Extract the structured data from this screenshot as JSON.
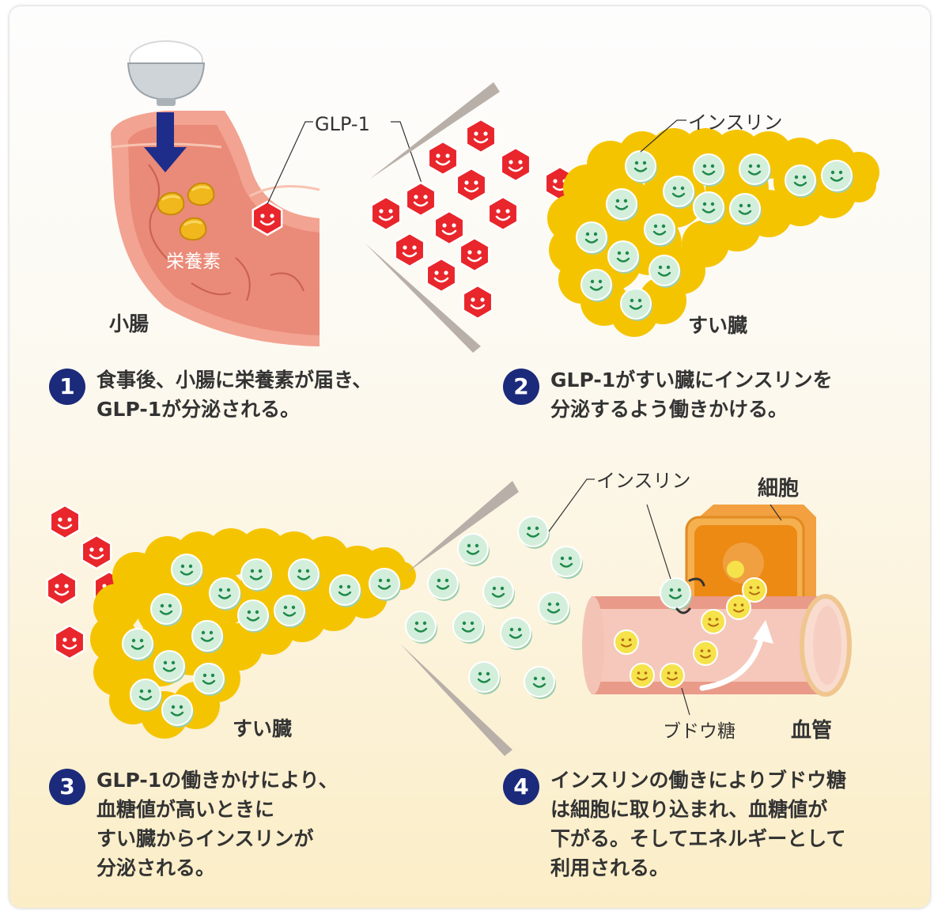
{
  "labels": {
    "glp1": "GLP-1",
    "eiyouso": "栄養素",
    "shouchou": "小腸",
    "insulin_top": "インスリン",
    "suizou_top": "すい臓",
    "suizou_bottom": "すい臓",
    "insulin_bottom": "インスリン",
    "saibou": "細胞",
    "budoutou": "ブドウ糖",
    "kekkan": "血管"
  },
  "steps": [
    {
      "number": "1",
      "lines": [
        "食事後、小腸に栄養素が届き、",
        "GLP-1が分泌される。"
      ]
    },
    {
      "number": "2",
      "lines": [
        "GLP-1がすい臓にインスリンを",
        "分泌するよう働きかける。"
      ]
    },
    {
      "number": "3",
      "lines": [
        "GLP-1の働きかけにより、",
        "血糖値が高いときに",
        "すい臓からインスリンが",
        "分泌される。"
      ]
    },
    {
      "number": "4",
      "lines": [
        "インスリンの働きによりブドウ糖",
        "は細胞に取り込まれ、血糖値が",
        "下がる。そしてエネルギーとして",
        "利用される。"
      ]
    }
  ],
  "colors": {
    "glp1_red": "#e8262b",
    "insulin_green": "#cdebd8",
    "pancreas_yellow": "#f5c400",
    "step_badge": "#1b2a7a",
    "arrow_blue": "#1f2d8a"
  }
}
